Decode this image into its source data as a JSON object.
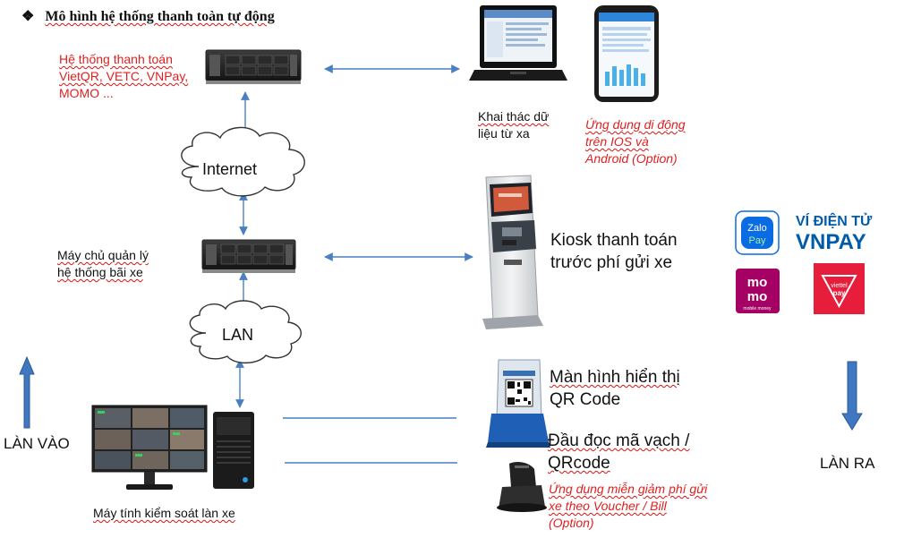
{
  "title": {
    "bullet": "❖",
    "text": "Mô hình hệ thống thanh toàn tự động"
  },
  "payment_server": {
    "line1": "Hệ thống thanh toán",
    "line2": "VietQR, VETC, VNPay,",
    "line3": "MOMO ..."
  },
  "internet_cloud": {
    "label": "Internet"
  },
  "lan_cloud": {
    "label": "LAN"
  },
  "management_server": {
    "line1": "Máy chủ quản lý",
    "line2": "hệ thống bãi xe"
  },
  "remote_access": {
    "line1": "Khai thác dữ",
    "line2": "liệu từ xa"
  },
  "mobile_app": {
    "line1": "Ứng dụng di động",
    "line2": "trên IOS và",
    "line3": "Android (Option)"
  },
  "kiosk": {
    "line1": "Kiosk thanh toán",
    "line2": "trước phí gửi xe"
  },
  "qr_display": {
    "line1": "Màn hình hiển thị",
    "line2": "QR Code"
  },
  "barcode_reader": {
    "line1": "Đầu đọc mã vạch /",
    "line2": "QRcode"
  },
  "voucher_app": {
    "line1": "Ứng dụng miễn giảm phí gửi",
    "line2": "xe theo Voucher / Bill",
    "line3": "(Option)"
  },
  "lane_pc": {
    "label": "Máy tính kiểm soát làn xe"
  },
  "lane_in": {
    "label": "LÀN VÀO"
  },
  "lane_out": {
    "label": "LÀN RA"
  },
  "logos": {
    "zalopay": {
      "line1": "Zalo",
      "line2": "Pay"
    },
    "vnpay": {
      "line1": "VÍ ĐIỆN TỬ",
      "line2": "VNPAY"
    },
    "momo": {
      "line1": "mo",
      "line2": "mo",
      "line3": "mobile money"
    },
    "viettelpay": {
      "line1": "viettel",
      "line2": "pay"
    }
  },
  "colors": {
    "arrow": "#4a7fc1",
    "lane_arrow": "#3f78c0",
    "red_text": "#e02020",
    "zalo": "#0a6be3",
    "vnpay_blue": "#005ba9",
    "vnpay_red": "#e31e26",
    "momo": "#a50064",
    "viettel": "#e61e3c"
  }
}
